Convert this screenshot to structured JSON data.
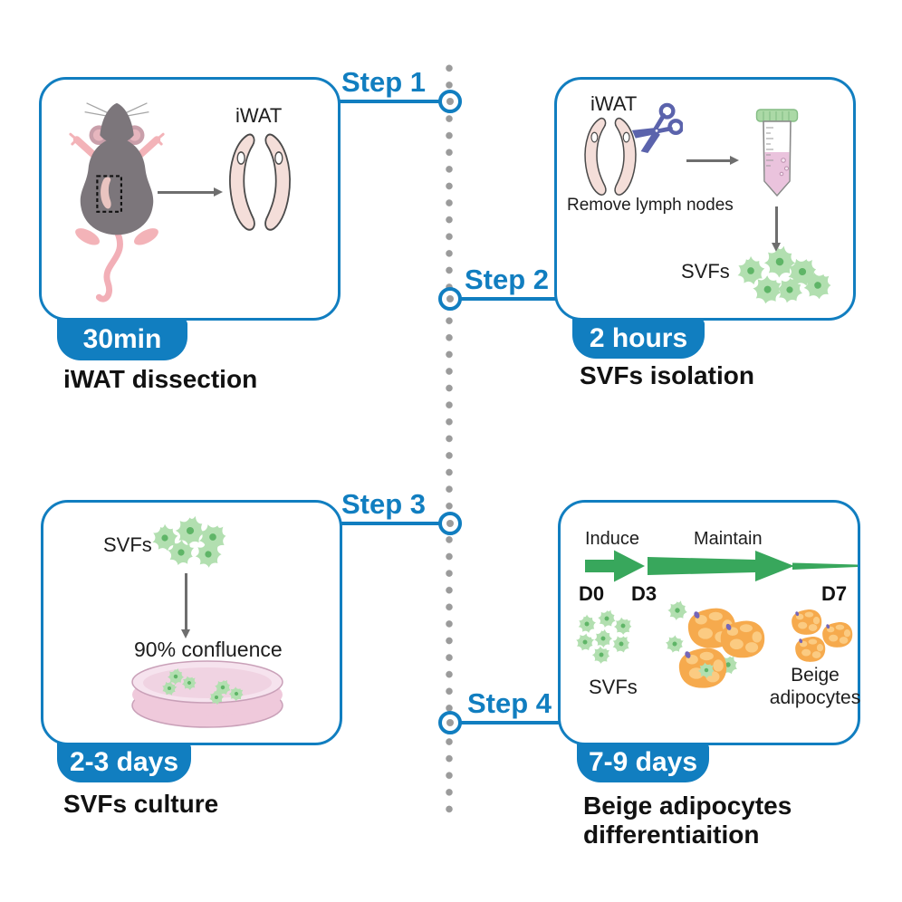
{
  "figure": {
    "type": "protocol-workflow-diagram",
    "subject": "Isolation of SVFs from mouse iWAT and beige adipocyte differentiation"
  },
  "colors": {
    "accent_blue": "#117EC0",
    "timeline_dot_gray": "#9B9B9B",
    "arrow_gray": "#6E6E6E",
    "protocol_green": "#38A75C",
    "cell_green": "#B2DFB0",
    "adipocyte_orange": "#F6AA4D",
    "tube_liquid_pink": "#EAC3DD",
    "dish_pink": "#EFC9DB"
  },
  "steps": [
    {
      "label": "Step 1",
      "duration": "30min",
      "caption": "iWAT dissection"
    },
    {
      "label": "Step 2",
      "duration": "2 hours",
      "caption": "SVFs isolation"
    },
    {
      "label": "Step 3",
      "duration": "2-3 days",
      "caption": "SVFs culture"
    },
    {
      "label": "Step 4",
      "duration": "7-9 days",
      "caption": "Beige adipocytes differentiaition"
    }
  ],
  "panel1": {
    "iwat_label": "iWAT"
  },
  "panel2": {
    "iwat_label": "iWAT",
    "remove_note": "Remove lymph nodes",
    "svfs_label": "SVFs"
  },
  "panel3": {
    "svfs_label": "SVFs",
    "confluence_label": "90% confluence"
  },
  "panel4": {
    "induce": "Induce",
    "maintain": "Maintain",
    "d0": "D0",
    "d3": "D3",
    "d7": "D7",
    "svfs_label": "SVFs",
    "beige_line1": "Beige",
    "beige_line2": "adipocytes"
  }
}
